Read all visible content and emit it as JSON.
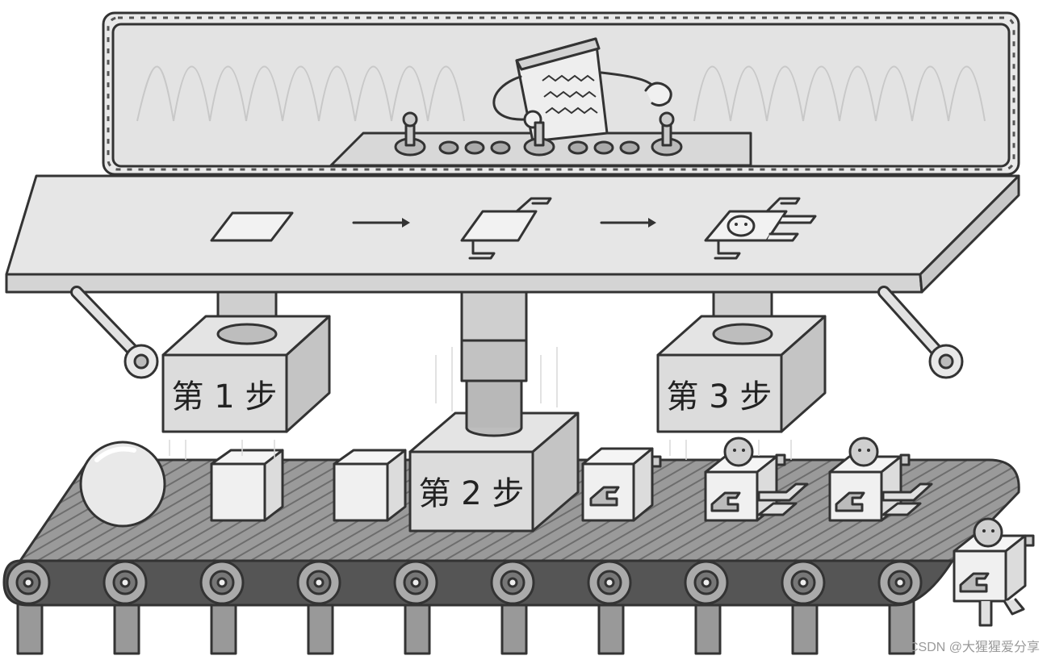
{
  "steps": {
    "step1": "第 1 步",
    "step2": "第 2 步",
    "step3": "第 3 步"
  },
  "watermark": "CSDN @大猩猩爱分享",
  "colors": {
    "outline": "#333333",
    "panel": "#e6e6e6",
    "press_face": "#dcdcdc",
    "belt": "#8c8c8c",
    "roller_dark": "#555555"
  }
}
